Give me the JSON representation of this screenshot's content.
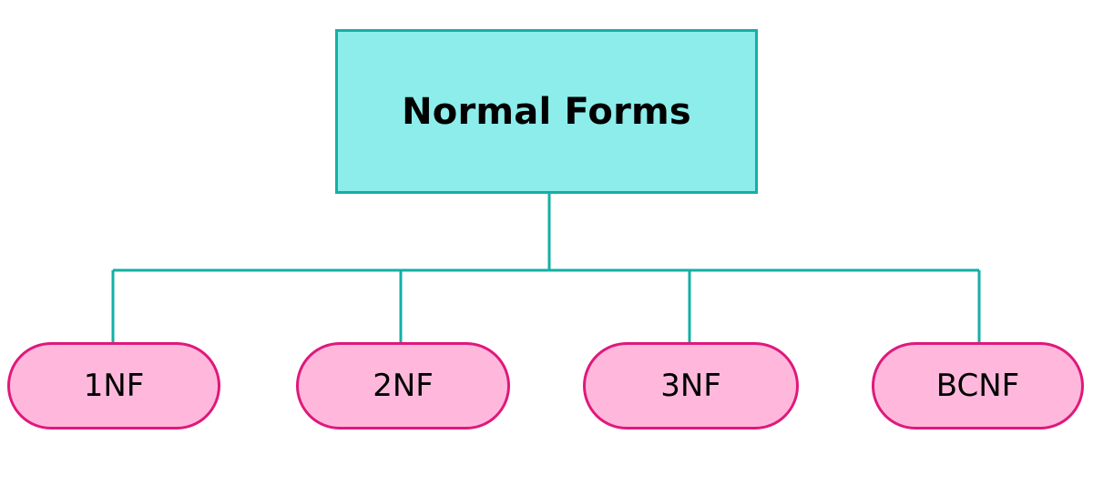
{
  "diagram": {
    "title": "Normal Forms",
    "type": "hierarchy-tree",
    "background_color": "#ffffff",
    "root": {
      "id": "normal-forms",
      "label": "Normal Forms",
      "shape": "rectangle",
      "fill_color": "#8DEDEB",
      "border_color": "#14AFA6"
    },
    "children": [
      {
        "id": "1nf",
        "label": "1NF",
        "shape": "stadium",
        "fill_color": "#FFB8DC",
        "border_color": "#E0187C"
      },
      {
        "id": "2nf",
        "label": "2NF",
        "shape": "stadium",
        "fill_color": "#FFB8DC",
        "border_color": "#E0187C"
      },
      {
        "id": "3nf",
        "label": "3NF",
        "shape": "stadium",
        "fill_color": "#FFB8DC",
        "border_color": "#E0187C"
      },
      {
        "id": "bcnf",
        "label": "BCNF",
        "shape": "stadium",
        "fill_color": "#FFB8DC",
        "border_color": "#E0187C"
      }
    ],
    "connectors": {
      "color": "#14AFA6",
      "stroke_width": 3,
      "style": "orthogonal-bus"
    }
  }
}
